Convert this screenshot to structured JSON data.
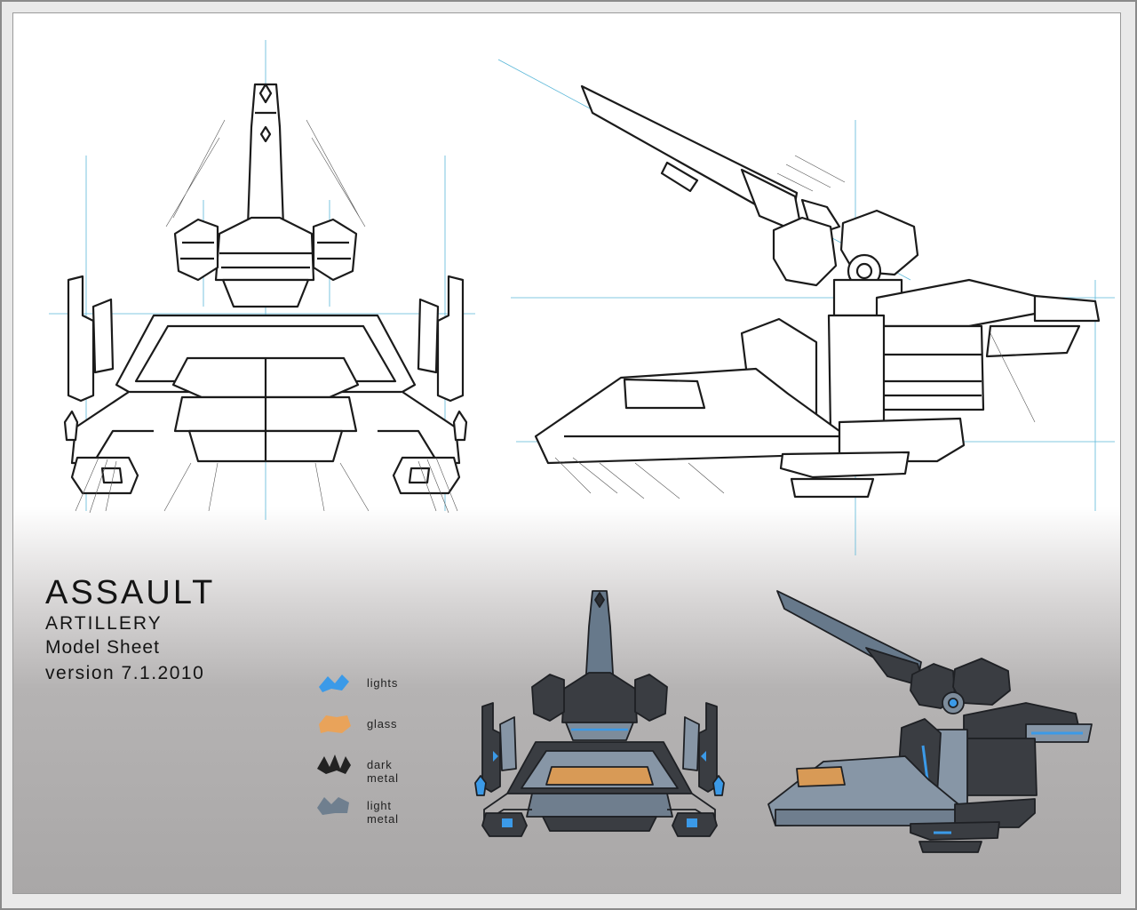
{
  "title": {
    "line1": "ASSAULT",
    "line2": "ARTILLERY",
    "line3": "Model Sheet",
    "line4": "version 7.1.2010"
  },
  "legend": [
    {
      "label": "lights",
      "color": "#3b9ae8"
    },
    {
      "label": "glass",
      "color": "#e9a35a"
    },
    {
      "label": "dark metal",
      "color": "#222222"
    },
    {
      "label": "light metal",
      "color": "#6f7f8f"
    }
  ],
  "colors": {
    "line": "#1b1b1b",
    "guide": "#5ab7d8",
    "dark_metal": "#3a3d42",
    "light_metal": "#8796a6",
    "glass": "#d89a56",
    "lights": "#3b9ae8"
  }
}
